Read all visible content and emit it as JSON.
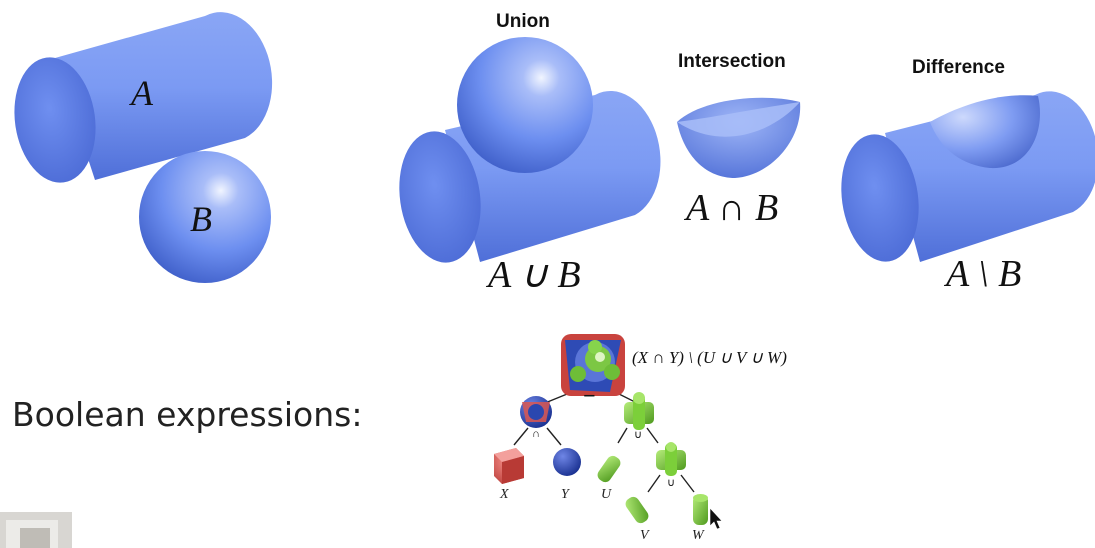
{
  "labels": {
    "A": "A",
    "B": "B",
    "union_title": "Union",
    "union_expr": "A ∪ B",
    "intersection_title": "Intersection",
    "intersection_expr": "A ∩ B",
    "difference_title": "Difference",
    "difference_expr": "A \\ B",
    "boolean_caption": "Boolean expressions:",
    "tree_expr": "(X ∩ Y) \\ (U ∪ V ∪ W)",
    "op_minus": "−",
    "op_cap": "∩",
    "op_cup": "∪",
    "op_cup2": "∪",
    "leaf_x": "X",
    "leaf_y": "Y",
    "leaf_u": "U",
    "leaf_v": "V",
    "leaf_w": "W"
  },
  "colors": {
    "solid_blue": "#6d8ff0",
    "cube_red": "#d9534f",
    "sphere_navy": "#1e3aa8",
    "cylinder_green": "#7ccf3a"
  }
}
